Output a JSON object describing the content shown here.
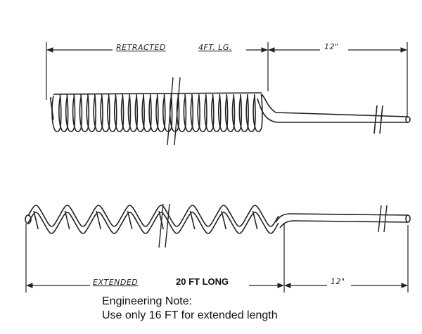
{
  "diagram": {
    "retracted": {
      "label": "RETRACTED",
      "length_label": "4FT. LG.",
      "lead_label": "12\""
    },
    "extended": {
      "label": "EXTENDED",
      "length_label": "20 FT LONG",
      "lead_label": "12\""
    },
    "note": {
      "title": "Engineering Note:",
      "text": "Use only 16 FT for extended length"
    },
    "colors": {
      "ink": "#222222",
      "background": "#ffffff"
    }
  }
}
